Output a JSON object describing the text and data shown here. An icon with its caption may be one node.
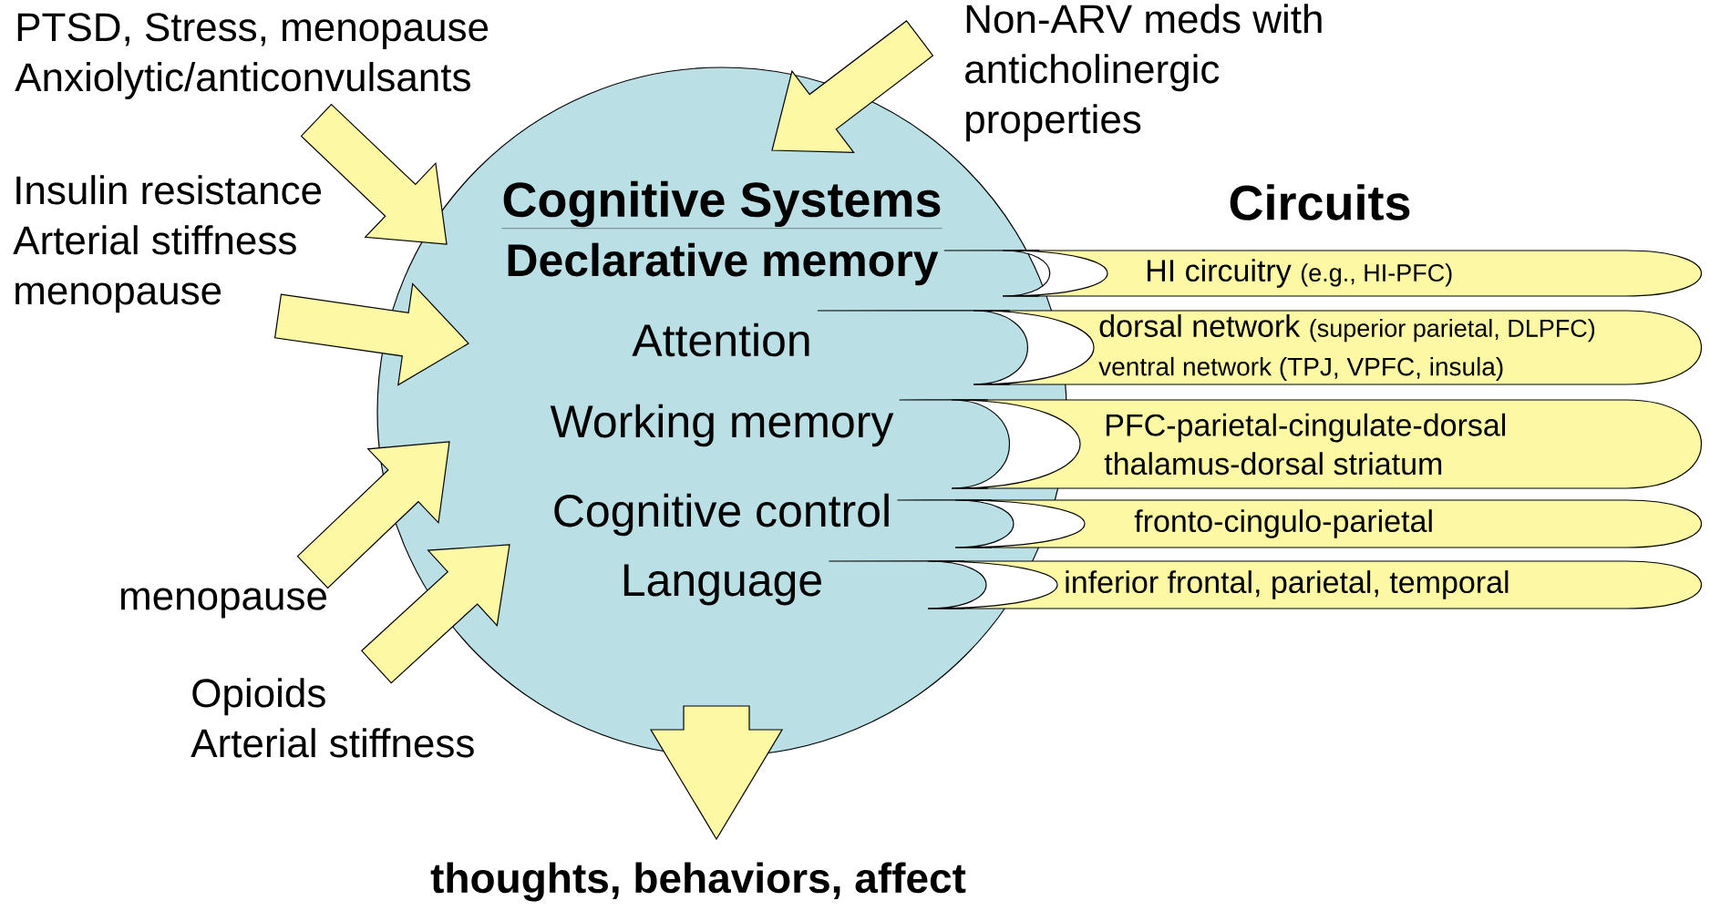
{
  "diagram": {
    "nodes": [
      {
        "text": [
          "Cognitive Systems"
        ]
      },
      {
        "text": [
          "Declarative memory"
        ],
        "in": 0
      },
      {
        "text": [
          "Attention"
        ],
        "in": 0
      },
      {
        "text": [
          "Working memory"
        ],
        "in": 0
      },
      {
        "text": [
          "Cognitive control"
        ],
        "in": 0
      },
      {
        "text": [
          "Language"
        ],
        "in": 0
      },
      {
        "text": [
          "PTSD, Stress, menopause",
          "Anxiolytic/anticonvulsants"
        ]
      },
      {
        "text": [
          "Non-ARV meds with anticholinergic properties"
        ]
      },
      {
        "text": [
          "Insulin resistance",
          "Arterial stiffness",
          "menopause"
        ]
      },
      {
        "text": [
          "menopause"
        ]
      },
      {
        "text": [
          "Opioids",
          "Arterial stiffness"
        ]
      },
      {
        "text": [
          "thoughts, behaviors, affect"
        ]
      },
      {
        "text": [
          "HI circuitry",
          "(e.g., HI-PFC)"
        ]
      },
      {
        "text": [
          "dorsal network",
          "(superior parietal, DLPFC)",
          "ventral network (TPJ, VPFC, insula)"
        ]
      },
      {
        "text": [
          "PFC-parietal-cingulate-dorsal thalamus-dorsal striatum"
        ]
      },
      {
        "text": [
          "fronto-cingulo-parietal"
        ]
      },
      {
        "text": [
          "inferior frontal, parietal, temporal"
        ]
      }
    ],
    "edges": [
      {
        "from": 6,
        "to": 0,
        "arrow": "to"
      },
      {
        "from": 7,
        "to": 0,
        "arrow": "to"
      },
      {
        "from": 8,
        "to": 0,
        "arrow": "to"
      },
      {
        "from": 9,
        "to": 0,
        "arrow": "to"
      },
      {
        "from": 10,
        "to": 0,
        "arrow": "to"
      },
      {
        "from": 0,
        "to": 11,
        "arrow": "to"
      },
      {
        "from": 1,
        "to": 12,
        "arrow": "none"
      },
      {
        "from": 2,
        "to": 13,
        "arrow": "none"
      },
      {
        "from": 3,
        "to": 14,
        "arrow": "none"
      },
      {
        "from": 4,
        "to": 15,
        "arrow": "none"
      },
      {
        "from": 5,
        "to": 16,
        "arrow": "none"
      }
    ],
    "labels": [
      "Circuits"
    ]
  }
}
